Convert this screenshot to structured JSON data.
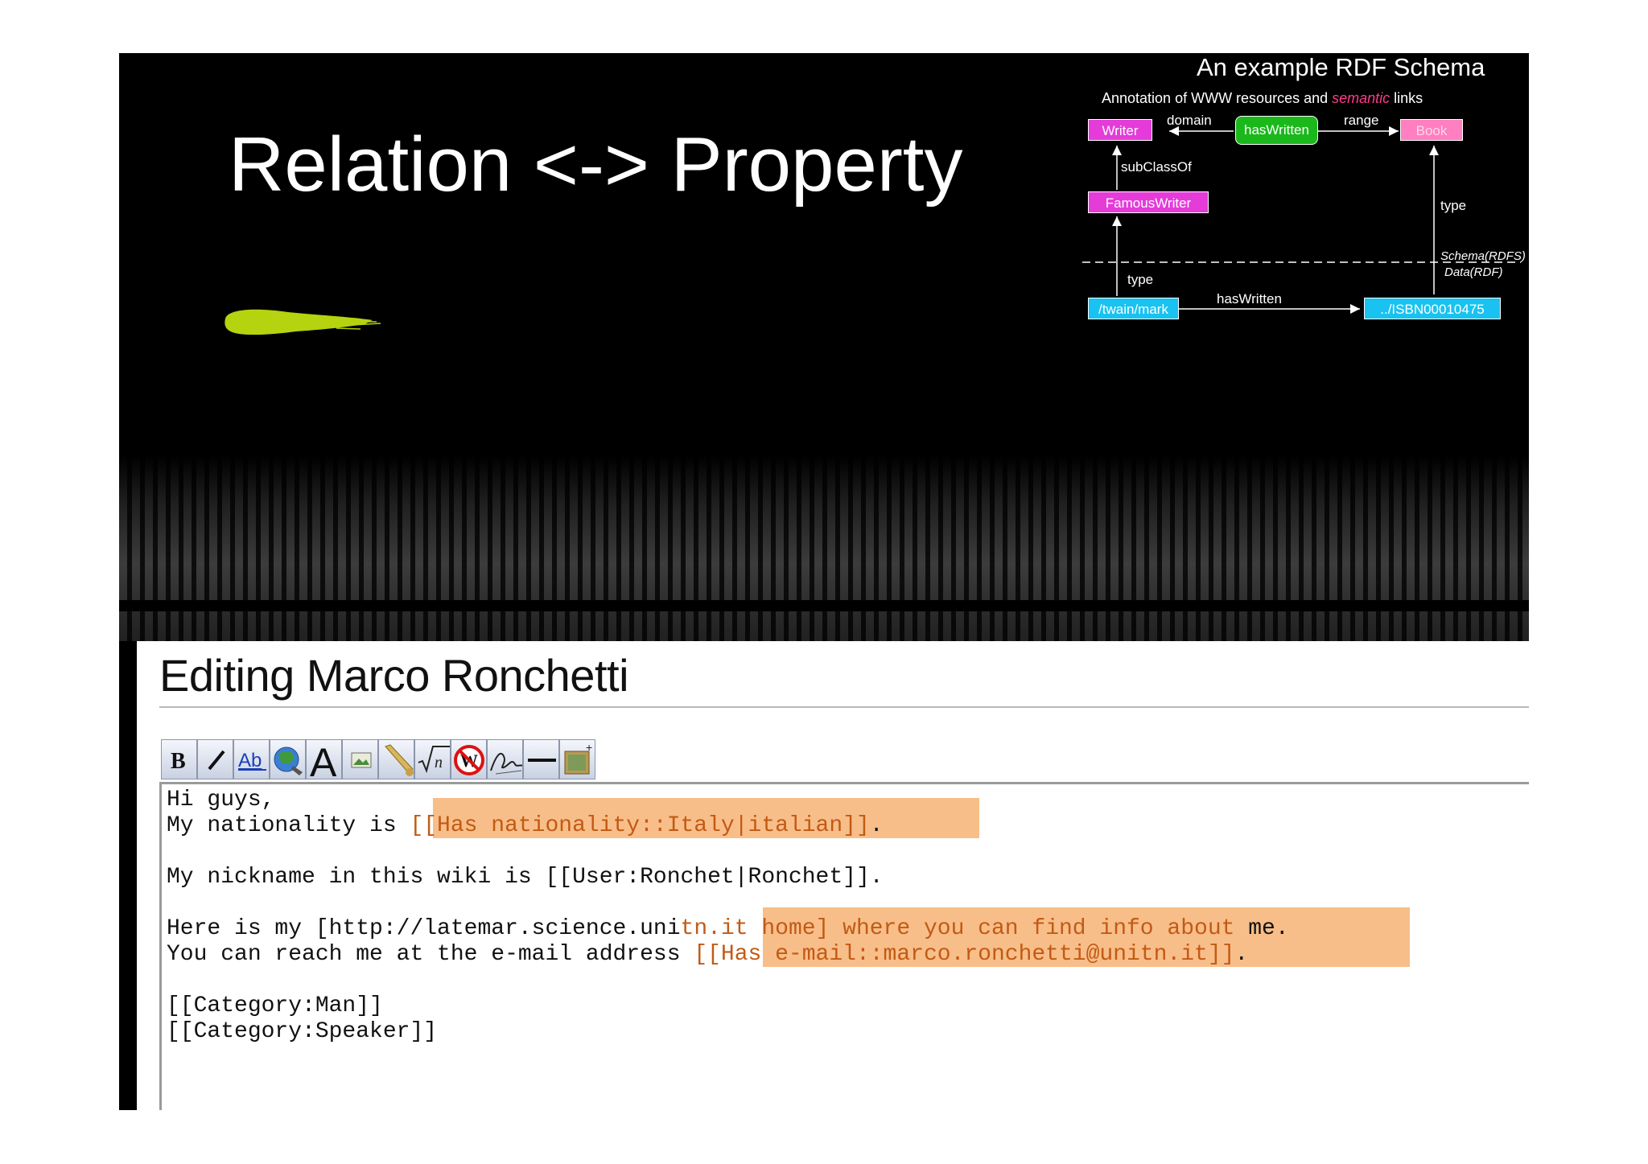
{
  "slide": {
    "title": "Relation <-> Property"
  },
  "rdf_schema": {
    "title": "An example RDF Schema",
    "subtitle_before": "Annotation of WWW resources and ",
    "subtitle_semantic": "semantic",
    "subtitle_after": " links",
    "nodes": {
      "writer": "Writer",
      "has_written": "hasWritten",
      "book": "Book",
      "famous_writer": "FamousWriter",
      "twain": "/twain/mark",
      "isbn": "../ISBN00010475"
    },
    "labels": {
      "domain": "domain",
      "range": "range",
      "subclass": "subClassOf",
      "type_right": "type",
      "type_left": "type",
      "has_written_edge": "hasWritten",
      "schema": "Schema(RDFS)",
      "data": "Data(RDF)"
    },
    "colors": {
      "class": "#e43bd9",
      "property": "#1bb81b",
      "range_class": "#ff7fc0",
      "instance": "#19c2f0"
    }
  },
  "editor": {
    "title": "Editing Marco Ronchetti",
    "toolbar": [
      {
        "icon": "bold-icon",
        "label": "B"
      },
      {
        "icon": "italic-icon",
        "label": ""
      },
      {
        "icon": "internal-link-icon",
        "label": "Ab"
      },
      {
        "icon": "external-link-icon",
        "label": ""
      },
      {
        "icon": "headline-icon",
        "label": "A"
      },
      {
        "icon": "embedded-image-icon",
        "label": ""
      },
      {
        "icon": "media-file-icon",
        "label": ""
      },
      {
        "icon": "math-formula-icon",
        "label": "√n"
      },
      {
        "icon": "no-wiki-icon",
        "label": "W"
      },
      {
        "icon": "signature-icon",
        "label": ""
      },
      {
        "icon": "horizontal-line-icon",
        "label": ""
      },
      {
        "icon": "gallery-icon",
        "label": ""
      }
    ],
    "lines": {
      "l1": "Hi guys,",
      "l2a": "My nationality is ",
      "l2b": "[[Has nationality::Italy|italian]]",
      "l2c": ".",
      "l3": "My nickname in this wiki is [[User:Ronchet|Ronchet]].",
      "l4a": "Here is my [http://latemar.science.uni",
      "l4b": "tn.it home] where you can find info about",
      "l4c": " me.",
      "l5a": "You can reach me at the e-mail address ",
      "l5b": "[[Has e-mail::marco.ronchetti@unitn.it]]",
      "l5c": ".",
      "l6": "[[Category:Man]]",
      "l7": "[[Category:Speaker]]"
    },
    "highlight_color": "#f8ba83"
  }
}
